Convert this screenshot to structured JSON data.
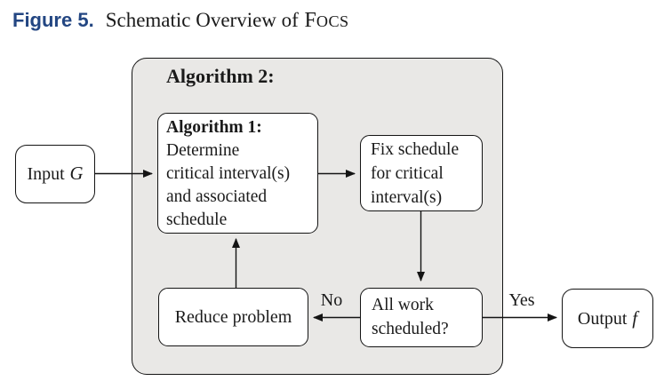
{
  "colors": {
    "figure_label": "#234682",
    "container_fill": "#e9e8e6",
    "line": "#141414",
    "text": "#1a1a1a"
  },
  "figure": {
    "label": "Figure 5.",
    "title_main": "Schematic Overview of",
    "title_acronym_head": "F",
    "title_acronym_tail": "OCS"
  },
  "diagram": {
    "container_label": "Algorithm 2:",
    "nodes": {
      "input": {
        "prefix": "Input",
        "symbol": "G"
      },
      "algorithm1": {
        "heading": "Algorithm 1:",
        "lines": [
          "Determine",
          "critical interval(s)",
          "and associated",
          "schedule"
        ]
      },
      "fix_schedule": {
        "lines": [
          "Fix schedule",
          "for critical",
          "interval(s)"
        ]
      },
      "reduce_problem": {
        "label": "Reduce problem"
      },
      "all_work": {
        "lines": [
          "All work",
          "scheduled?"
        ]
      },
      "output": {
        "prefix": "Output",
        "symbol": "f"
      }
    },
    "edge_labels": {
      "no": "No",
      "yes": "Yes"
    }
  }
}
